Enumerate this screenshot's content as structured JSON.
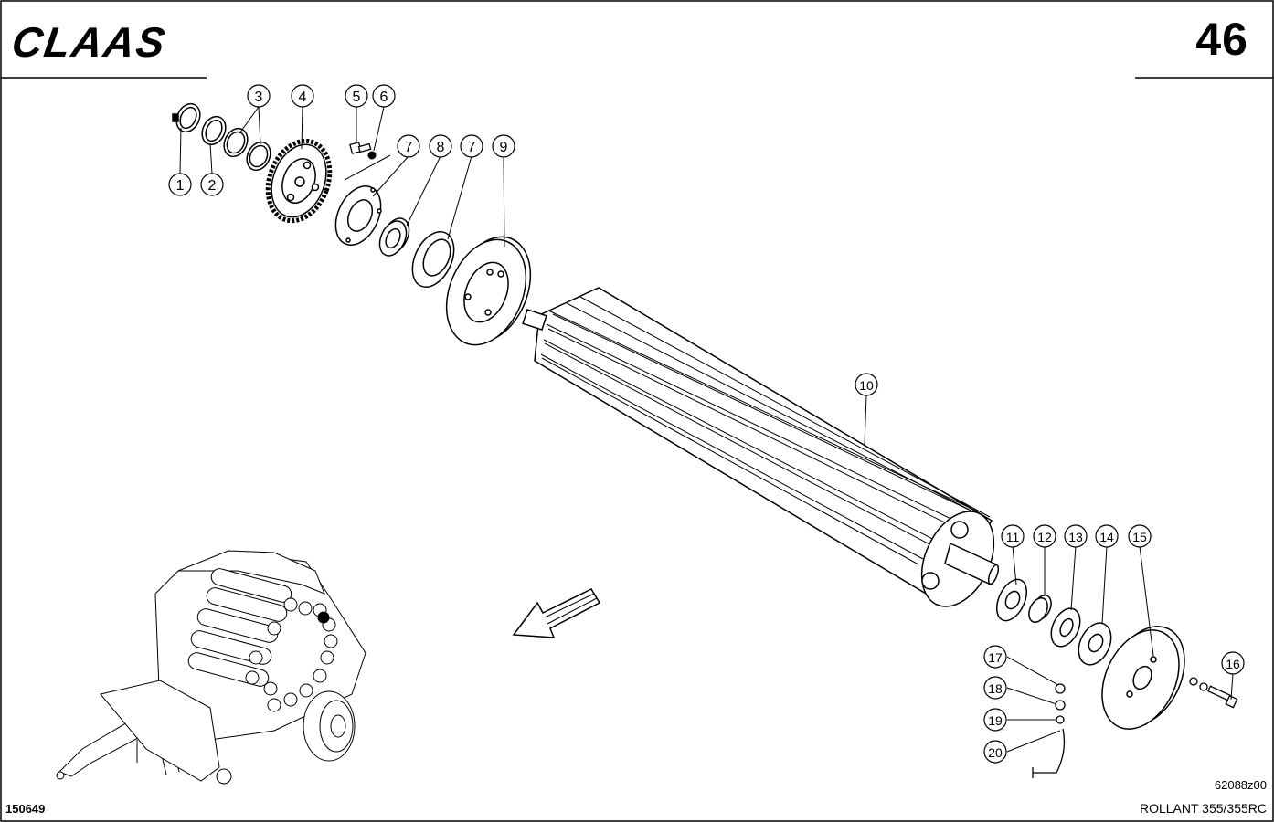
{
  "header": {
    "brand": "CLAAS",
    "page_number": "46"
  },
  "footer": {
    "document_code": "150649",
    "drawing_reference": "62088z00",
    "model": "ROLLANT 355/355RC"
  },
  "callouts": [
    "1",
    "2",
    "3",
    "4",
    "5",
    "6",
    "7",
    "8",
    "7",
    "9",
    "10",
    "11",
    "12",
    "13",
    "14",
    "15",
    "16",
    "17",
    "18",
    "19",
    "20"
  ],
  "colors": {
    "line": "#000000",
    "background": "#ffffff"
  },
  "icons": {
    "direction": "arrow-icon"
  }
}
